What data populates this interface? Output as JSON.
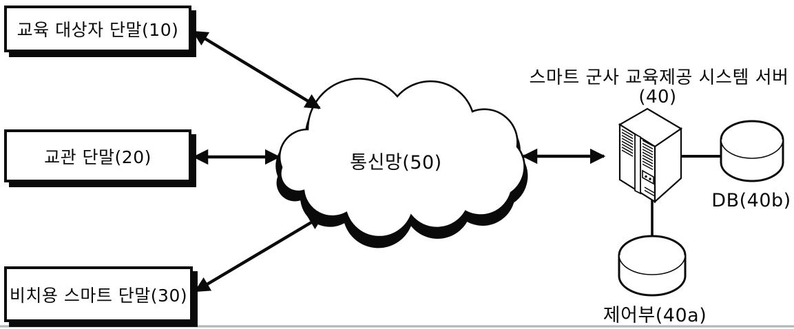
{
  "figure": {
    "nodes": {
      "trainee_terminal": "교육 대상자 단말(10)",
      "instructor_terminal": "교관 단말(20)",
      "public_smart_terminal": "비치용 스마트 단말(30)",
      "network": "통신망(50)",
      "server_title": "스마트 군사 교육제공 시스템 서버",
      "server_ref": "(40)",
      "database": "DB(40b)",
      "controller": "제어부(40a)"
    },
    "connections": [
      {
        "from": "교육 대상자 단말(10)",
        "to": "통신망(50)",
        "style": "double-headed-arrow"
      },
      {
        "from": "교관 단말(20)",
        "to": "통신망(50)",
        "style": "double-headed-arrow"
      },
      {
        "from": "비치용 스마트 단말(30)",
        "to": "통신망(50)",
        "style": "double-headed-arrow"
      },
      {
        "from": "통신망(50)",
        "to": "스마트 군사 교육제공 시스템 서버(40)",
        "style": "double-headed-arrow"
      },
      {
        "from": "스마트 군사 교육제공 시스템 서버(40)",
        "to": "DB(40b)",
        "style": "plain-line"
      },
      {
        "from": "스마트 군사 교육제공 시스템 서버(40)",
        "to": "제어부(40a)",
        "style": "plain-line"
      }
    ],
    "colors": {
      "ink": "#0a0a0a",
      "background": "#ffffff",
      "bottom_rule": "#b3b7ba"
    }
  }
}
